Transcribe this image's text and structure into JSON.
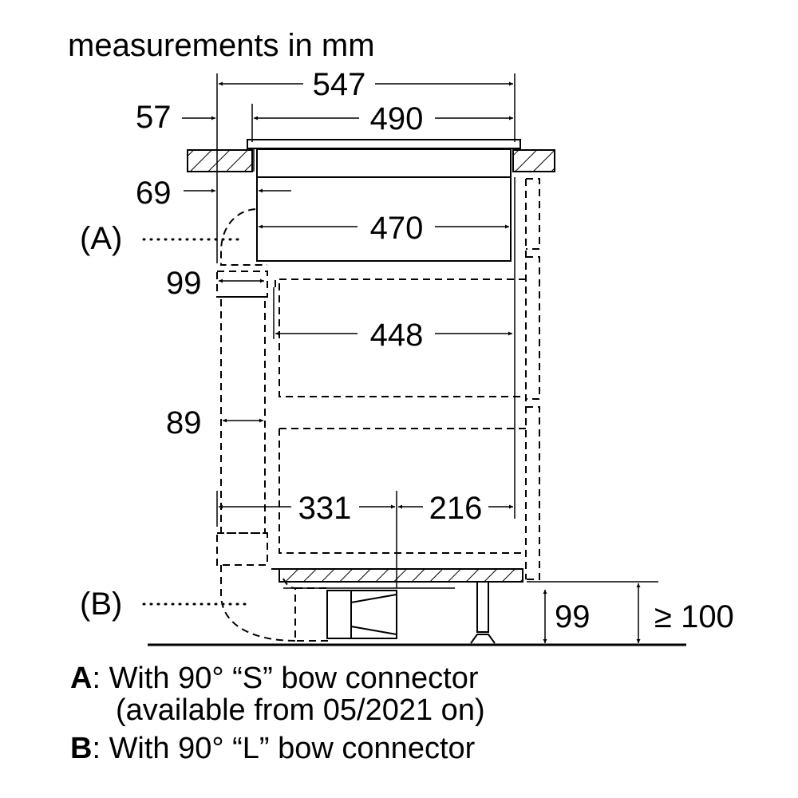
{
  "title": "measurements in mm",
  "dimensions": {
    "overall_width": "547",
    "glass_width": "490",
    "left_offset_top": "57",
    "left_offset_body": "69",
    "body_width": "470",
    "s_bow_width": "99",
    "inner_width": "448",
    "duct_width": "89",
    "front_to_duct": "331",
    "duct_to_back": "216",
    "plinth_gap": "99",
    "min_clearance": "≥ 100"
  },
  "markers": {
    "a": "(A)",
    "b": "(B)"
  },
  "legend": {
    "a_key": "A",
    "a_text": ": With 90° “S” bow connector",
    "a_note": "(available from 05/2021 on)",
    "b_key": "B",
    "b_text": ": With 90° “L” bow connector"
  }
}
